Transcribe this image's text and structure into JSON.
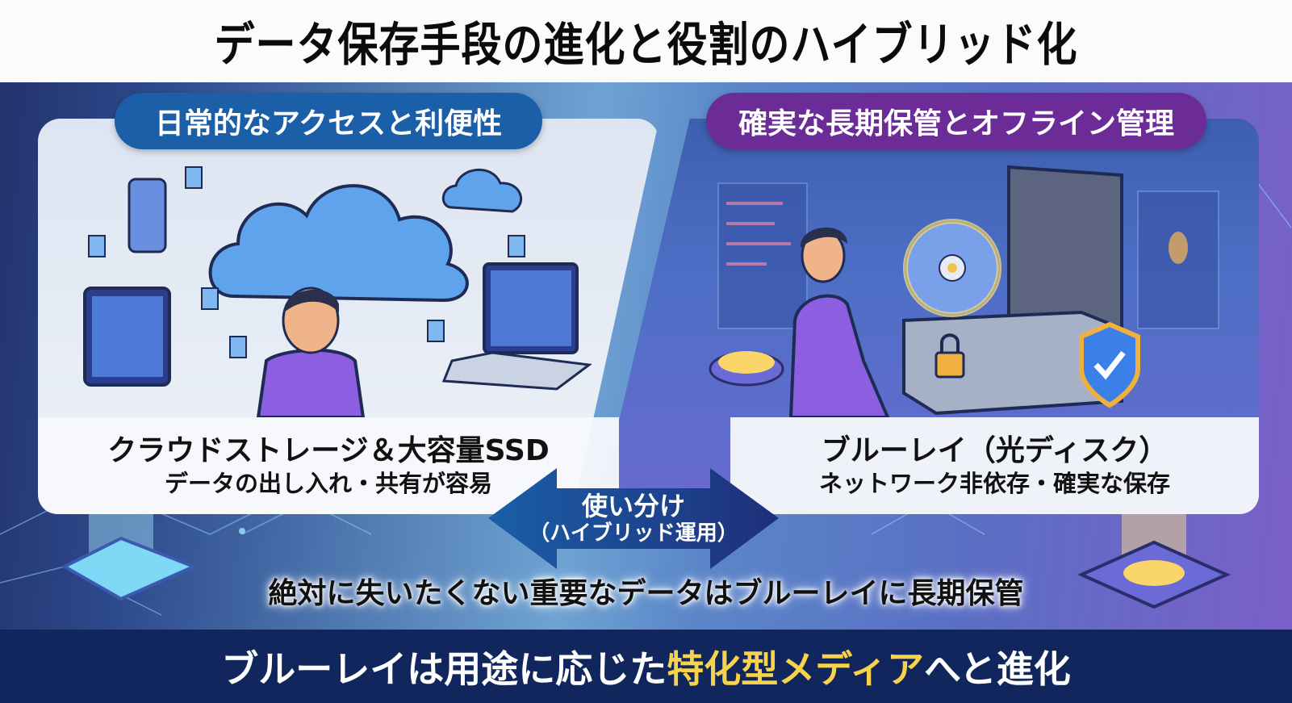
{
  "title": "データ保存手段の進化と役割のハイブリッド化",
  "left_panel": {
    "header": "日常的なアクセスと利便性",
    "header_color": "#1a5fa8",
    "caption_title": "クラウドストレージ＆大容量SSD",
    "caption_sub": "データの出し入れ・共有が容易",
    "illustration": {
      "icons": [
        "cloud-icon",
        "small-cloud-icon",
        "smartphone-icon",
        "tablet-icon",
        "laptop-icon",
        "document-icon",
        "person-icon",
        "sync-arrow-icon"
      ]
    }
  },
  "right_panel": {
    "header": "確実な長期保管とオフライン管理",
    "header_color": "#6c2c98",
    "caption_title": "ブルーレイ（光ディスク）",
    "caption_sub": "ネットワーク非依存・確実な保存",
    "illustration": {
      "icons": [
        "person-icon",
        "optical-disc-icon",
        "storage-case-icon",
        "padlock-icon",
        "shield-check-icon",
        "code-screen-icon",
        "glow-pedestal-icon"
      ]
    }
  },
  "center_arrow": {
    "line1": "使い分け",
    "line2": "（ハイブリッド運用）",
    "color": "#1b4a8e"
  },
  "note": "絶対に失いたくない重要なデータはブルーレイに長期保管",
  "bottom_banner": {
    "part1": "ブルーレイは用途に応じた",
    "highlight": "特化型メディア",
    "part2": "へと進化",
    "highlight_color": "#f6d34a",
    "background": "#10265c"
  }
}
